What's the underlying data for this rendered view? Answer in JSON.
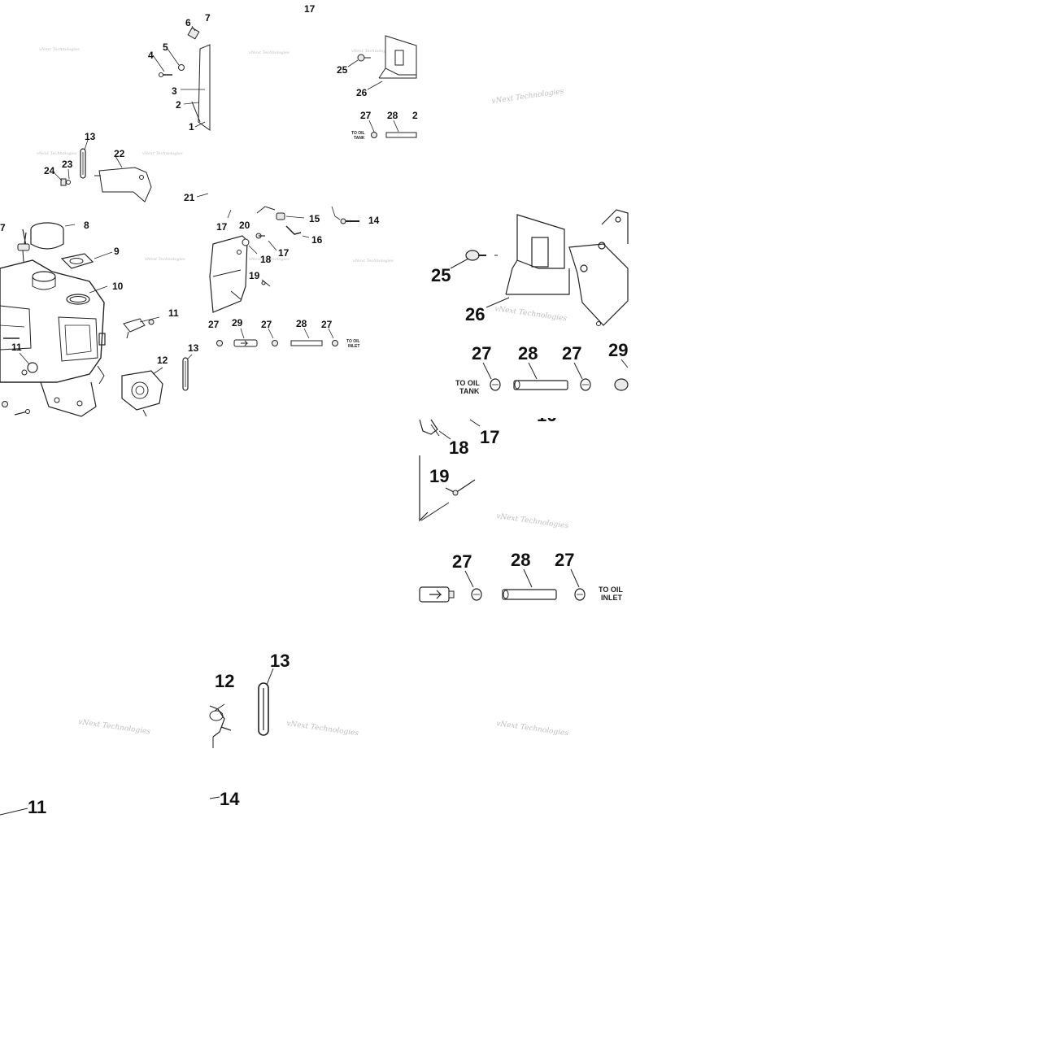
{
  "watermark": "vNext Technologies",
  "callouts": {
    "n1": "1",
    "n2": "2",
    "n3": "3",
    "n4": "4",
    "n5": "5",
    "n6": "6",
    "n7": "7",
    "n8": "8",
    "n9": "9",
    "n10": "10",
    "n11": "11",
    "n12": "12",
    "n13": "13",
    "n14": "14",
    "n15": "15",
    "n16": "16",
    "n17": "17",
    "n18": "18",
    "n19": "19",
    "n20": "20",
    "n21": "21",
    "n22": "22",
    "n23": "23",
    "n24": "24",
    "n25": "25",
    "n26": "26",
    "n27": "27",
    "n28": "28",
    "n29": "29"
  },
  "notes": {
    "oil_tank_l1": "TO OIL",
    "oil_tank_l2": "TANK",
    "oil_inlet_l1": "TO OIL",
    "oil_inlet_l2": "INLET"
  },
  "fragments": {
    "p2_cut": "2",
    "p27_cut": "27",
    "p7_cut": "7",
    "p10_cut": "10"
  }
}
